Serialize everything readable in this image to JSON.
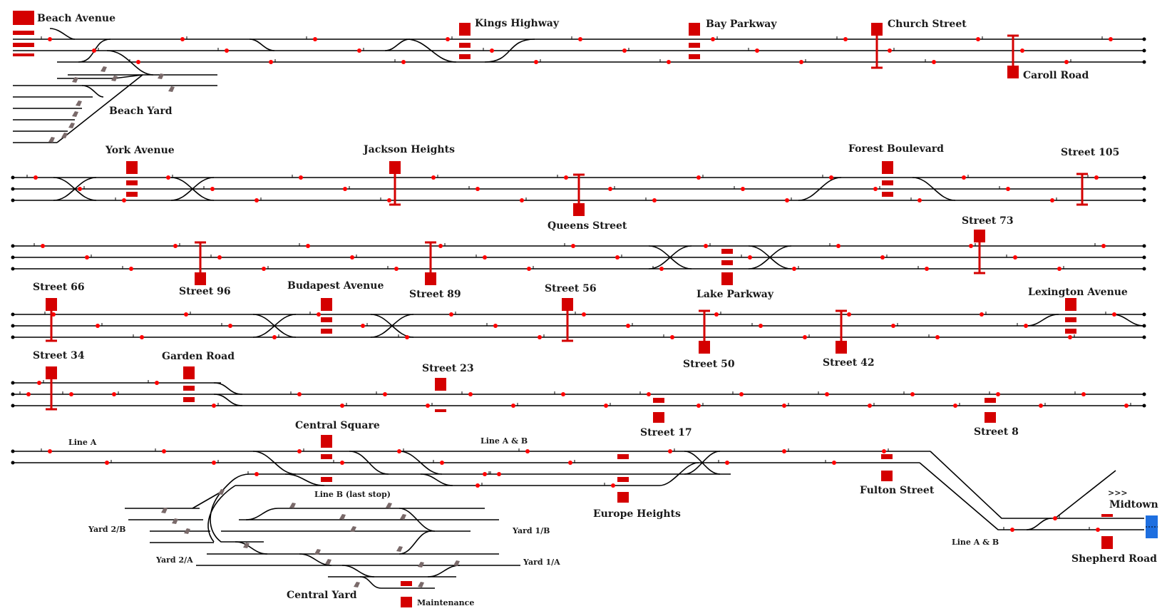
{
  "colors": {
    "station": "#d40000",
    "signal": "#ff0000",
    "track": "#000000",
    "points": "#7a6a6a",
    "portal": "#1e6fe0"
  },
  "stations": {
    "beach_avenue": "Beach Avenue",
    "kings_highway": "Kings Highway",
    "bay_parkway": "Bay Parkway",
    "church_street": "Church Street",
    "caroll_road": "Caroll Road",
    "beach_yard": "Beach Yard",
    "york_avenue": "York Avenue",
    "jackson_heights": "Jackson Heights",
    "queens_street": "Queens Street",
    "forest_boulevard": "Forest Boulevard",
    "street_105": "Street 105",
    "street_96": "Street 96",
    "street_89": "Street 89",
    "lake_parkway": "Lake Parkway",
    "street_73": "Street 73",
    "street_66": "Street 66",
    "budapest_avenue": "Budapest Avenue",
    "street_56": "Street 56",
    "street_50": "Street 50",
    "street_42": "Street 42",
    "lexington_avenue": "Lexington Avenue",
    "street_34": "Street 34",
    "garden_road": "Garden Road",
    "street_23": "Street 23",
    "street_17": "Street 17",
    "street_8": "Street 8",
    "central_square": "Central Square",
    "europe_heights": "Europe Heights",
    "fulton_street": "Fulton Street",
    "shepherd_road": "Shepherd Road",
    "midtown": "Midtown",
    "central_yard": "Central Yard",
    "maintenance": "Maintenance"
  },
  "lines": {
    "line_a": "Line A",
    "line_ab_top": "Line A & B",
    "line_b_last": "Line B (last stop)",
    "line_ab_bottom": "Line A & B"
  },
  "yards": {
    "yard_2b": "Yard 2/B",
    "yard_1b": "Yard 1/B",
    "yard_2a": "Yard 2/A",
    "yard_1a": "Yard 1/A"
  },
  "midtown_arrow": ">>>"
}
